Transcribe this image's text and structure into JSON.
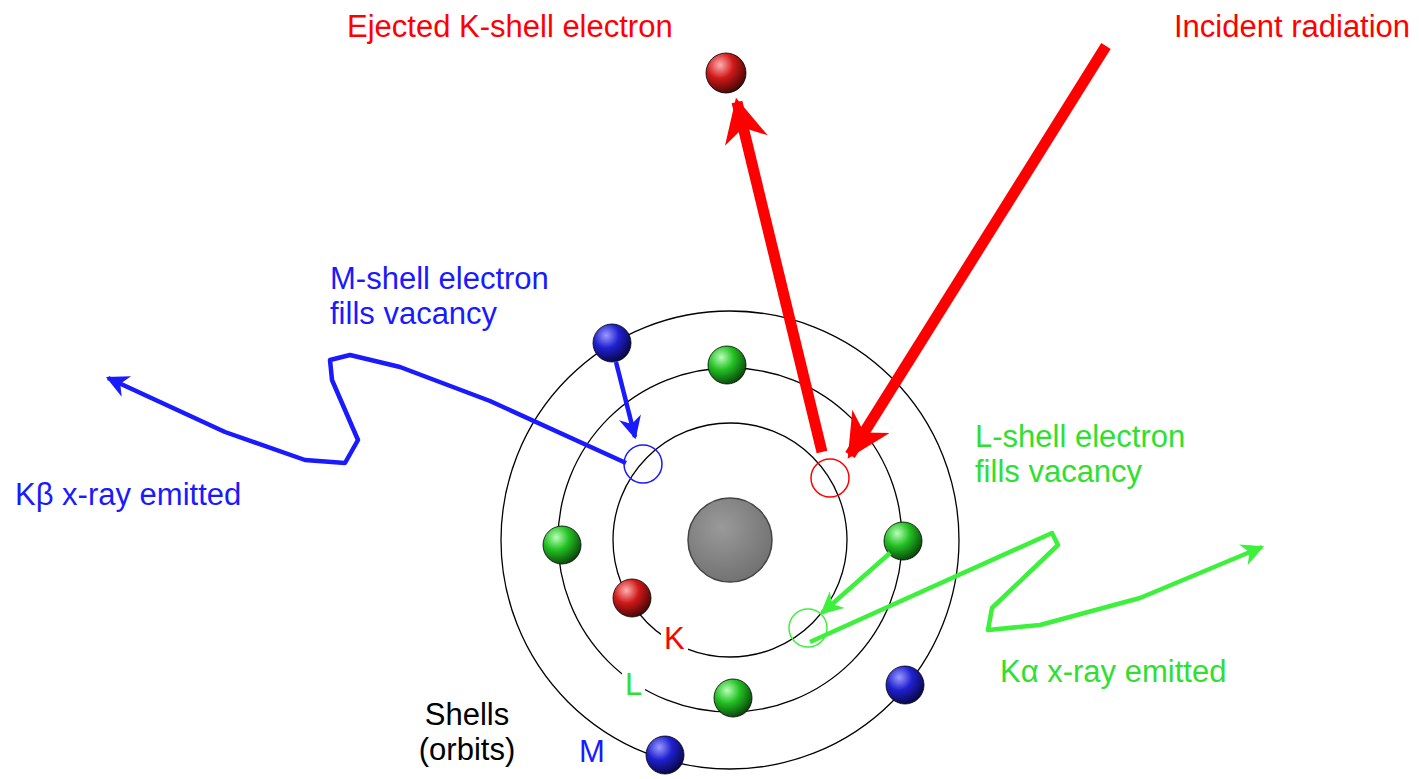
{
  "diagram": {
    "labels": [
      "Ejected K-shell electron",
      "Incident radiation",
      "M-shell electron fills vacancy",
      "L-shell electron fills vacancy",
      "Kβ x-ray emitted",
      "Kα x-ray emitted",
      "K",
      "L",
      "M",
      "Shells (orbits)"
    ]
  }
}
